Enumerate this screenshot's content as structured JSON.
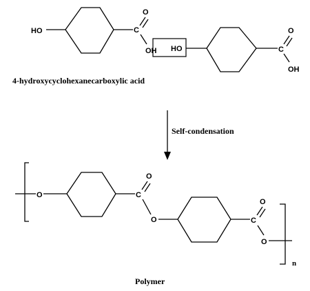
{
  "diagram": {
    "labels": {
      "ho": "HO",
      "oh": "OH",
      "o": "O",
      "c": "C",
      "n": "n"
    },
    "monomer_caption": "4-hydroxycyclohexanecarboxylic acid",
    "arrow_label": "Self-condensation",
    "polymer_caption": "Polymer"
  }
}
